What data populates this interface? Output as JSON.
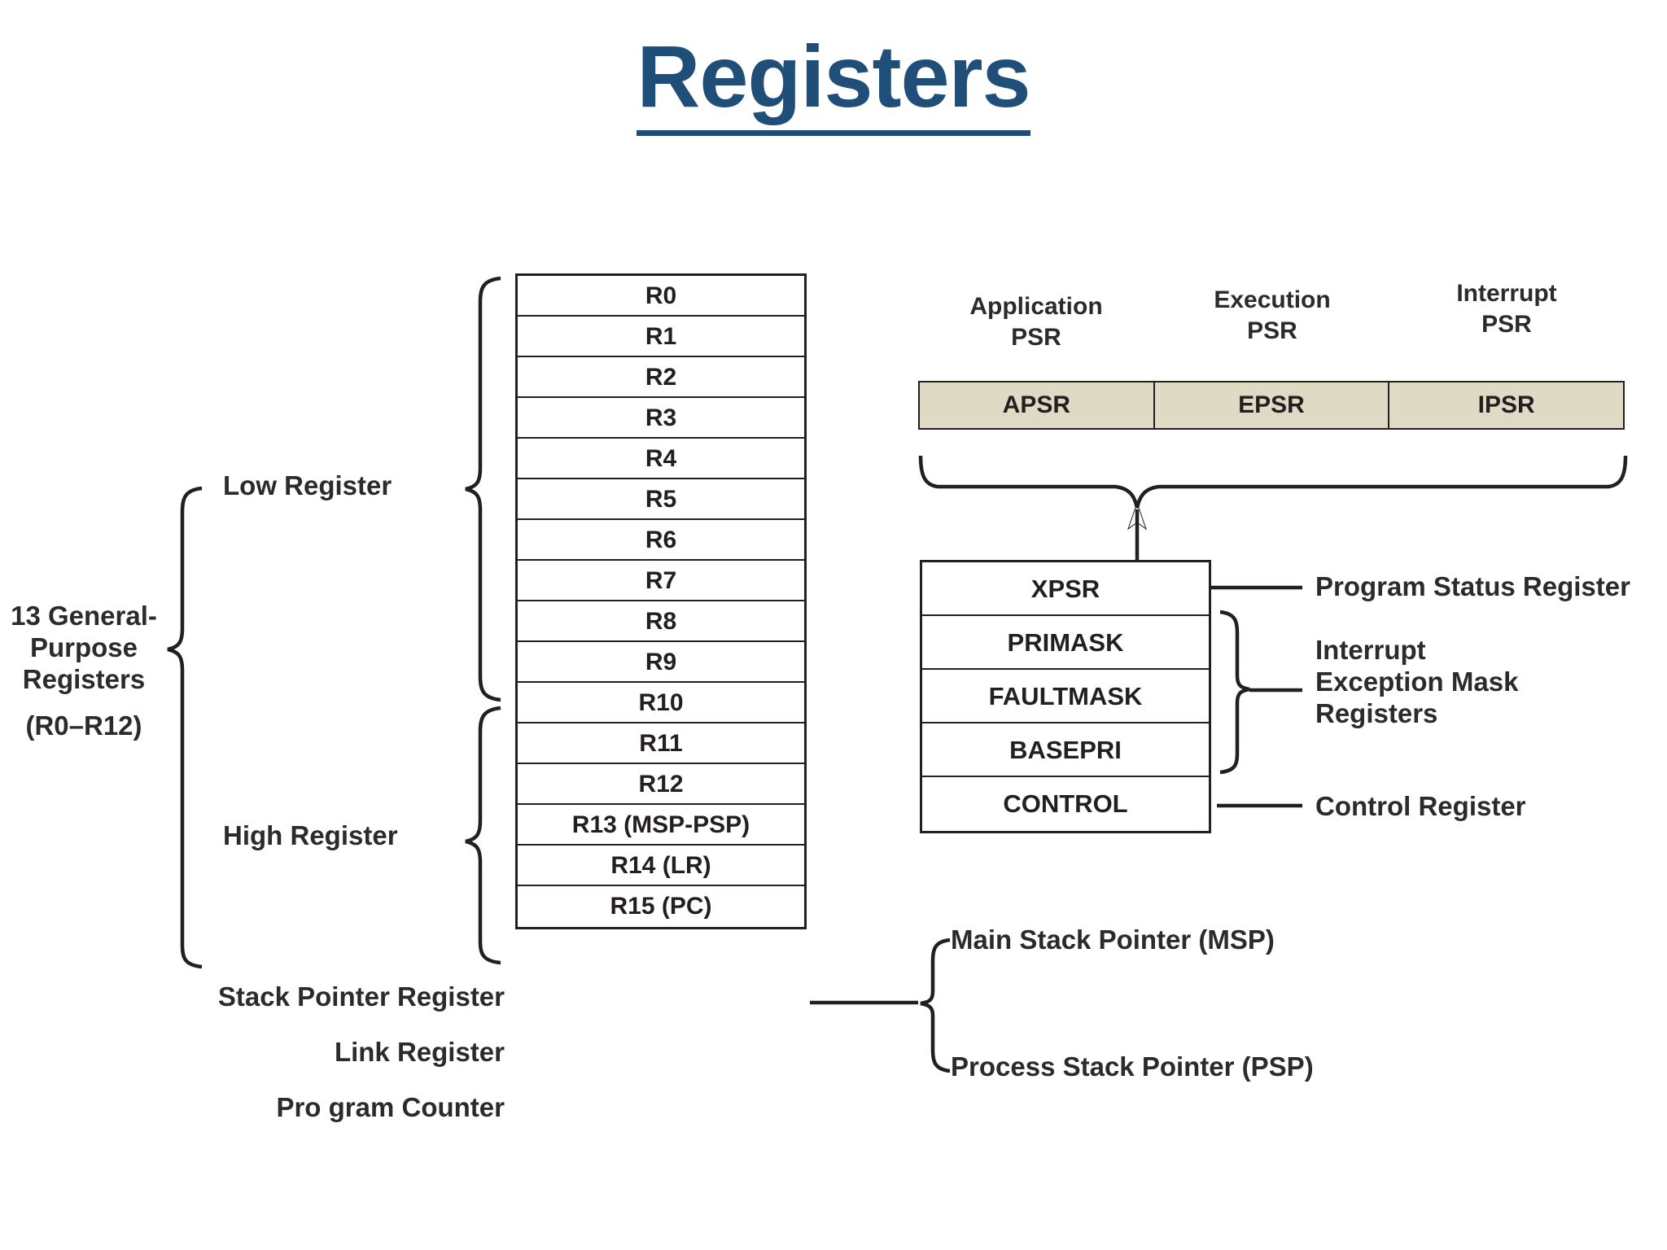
{
  "title": {
    "text": "Registers",
    "color": "#1F4E79"
  },
  "colors": {
    "psr_bar_fill": "#DEDAC4",
    "outline": "#231F20",
    "shadow": "#8A8A8A",
    "text": "#2B2B2B"
  },
  "register_file": {
    "rows": [
      {
        "label": "R0"
      },
      {
        "label": "R1"
      },
      {
        "label": "R2"
      },
      {
        "label": "R3"
      },
      {
        "label": "R4"
      },
      {
        "label": "R5"
      },
      {
        "label": "R6"
      },
      {
        "label": "R7"
      },
      {
        "label": "R8"
      },
      {
        "label": "R9"
      },
      {
        "label": "R10"
      },
      {
        "label": "R11"
      },
      {
        "label": "R12"
      },
      {
        "label": "R13 (MSP-PSP)"
      },
      {
        "label": "R14 (LR)"
      },
      {
        "label": "R15 (PC)"
      }
    ]
  },
  "left_annotations": {
    "general_purpose": {
      "line1": "13 General-",
      "line2": "Purpose",
      "line3": "Registers",
      "line4": "(R0–R12)"
    },
    "low_register": "Low Register",
    "high_register": "High Register",
    "stack_pointer_register": "Stack Pointer Register",
    "link_register": "Link Register",
    "program_counter": "Pro gram Counter"
  },
  "psr": {
    "headers": [
      {
        "line1": "Application",
        "line2": "PSR"
      },
      {
        "line1": "Execution",
        "line2": "PSR"
      },
      {
        "line1": "Interrupt",
        "line2": "PSR"
      }
    ],
    "cells": [
      {
        "label": "APSR"
      },
      {
        "label": "EPSR"
      },
      {
        "label": "IPSR"
      }
    ]
  },
  "special_registers": {
    "rows": [
      {
        "label": "XPSR"
      },
      {
        "label": "PRIMASK"
      },
      {
        "label": "FAULTMASK"
      },
      {
        "label": "BASEPRI"
      },
      {
        "label": "CONTROL"
      }
    ]
  },
  "right_annotations": {
    "program_status_register": "Program Status Register",
    "interrupt_mask": {
      "line1": "Interrupt",
      "line2": "Exception Mask",
      "line3": "Registers"
    },
    "control_register": "Control Register",
    "main_stack_pointer": "Main Stack Pointer (MSP)",
    "process_stack_pointer": "Process Stack Pointer (PSP)"
  }
}
